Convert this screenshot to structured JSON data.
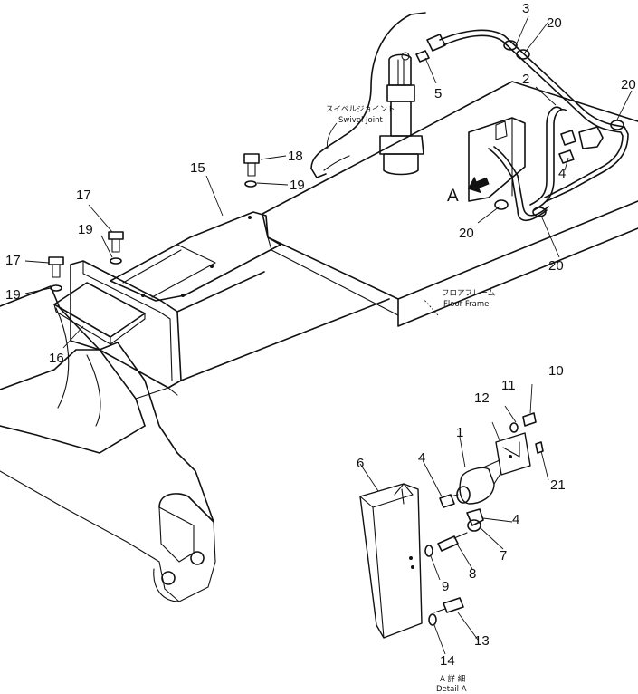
{
  "callouts": {
    "c1": "1",
    "c2": "2",
    "c3": "3",
    "c4a": "4",
    "c4b": "4",
    "c4c": "4",
    "c5": "5",
    "c6": "6",
    "c7": "7",
    "c8": "8",
    "c9": "9",
    "c10": "10",
    "c11": "11",
    "c12": "12",
    "c13": "13",
    "c14": "14",
    "c15": "15",
    "c16": "16",
    "c17a": "17",
    "c17b": "17",
    "c18": "18",
    "c19a": "19",
    "c19b": "19",
    "c19c": "19",
    "c20a": "20",
    "c20b": "20",
    "c20c": "20",
    "c20d": "20",
    "c21": "21"
  },
  "labels": {
    "swivel_jp": "スイベルジョイント",
    "swivel_en": "Swivel Joint",
    "floor_jp": "フロアフレーム",
    "floor_en": "Floor Frame",
    "view_arrow": "A",
    "detail_jp": "A 詳 細",
    "detail_en": "Detail A"
  },
  "icons": [
    "view-arrow-icon"
  ]
}
